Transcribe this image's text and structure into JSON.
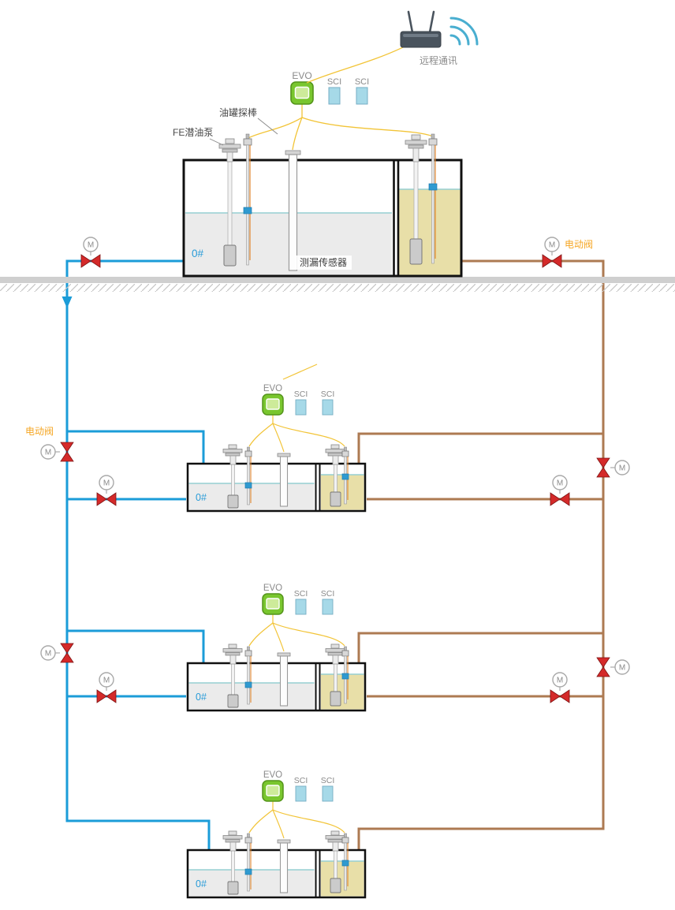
{
  "diagram": {
    "labels": {
      "remote_comm": "远程通讯",
      "evo": "EVO",
      "sci": "SCI",
      "tank_probe": "油罐探棒",
      "submersible_pump": "FE潜油泵",
      "leak_sensor": "测漏传感器",
      "tank_number": "0#",
      "electric_valve": "电动阀",
      "motor": "M"
    },
    "colors": {
      "supply_pipe_blue": "#1b9cd8",
      "return_pipe_brown": "#ad7a52",
      "valve_red": "#d42a2a",
      "evo_green": "#79c62e",
      "sci_module_blue": "#a6d9e8",
      "signal_wire_yellow": "#f2c437",
      "fuel_tan": "#e8dfa8",
      "liquid_gray": "#ebebeb",
      "electric_valve_label_orange": "#f5a623",
      "tank_number_blue": "#2a9cd8",
      "liquid_surface_teal": "#96cfd2"
    }
  }
}
